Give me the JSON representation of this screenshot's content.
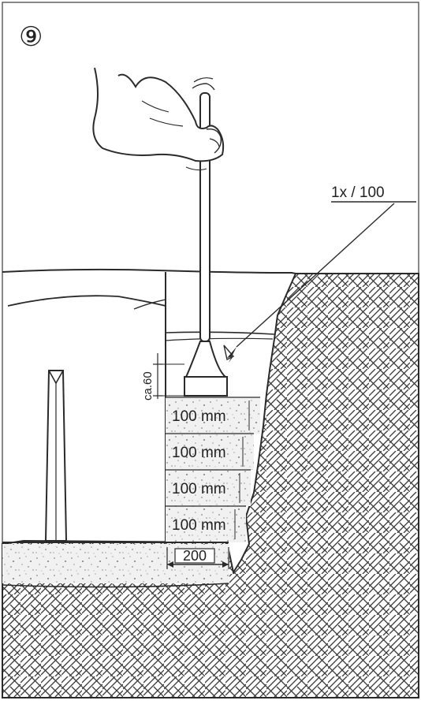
{
  "figure": {
    "number": "⑨",
    "compaction_note": "1x / 100",
    "gap_label": "ca.60",
    "layers": [
      {
        "label": "100 mm"
      },
      {
        "label": "100 mm"
      },
      {
        "label": "100 mm"
      },
      {
        "label": "100 mm"
      }
    ],
    "width_label": "200"
  },
  "colors": {
    "ink": "#2a2a2a",
    "paper": "#ffffff",
    "soil_hatch": "#3a3a3a",
    "fill_speckle": "#9a9a9a"
  },
  "icons": {
    "tamper": "hand-tamper-icon",
    "hand": "hand-icon",
    "stake": "stake-icon"
  }
}
